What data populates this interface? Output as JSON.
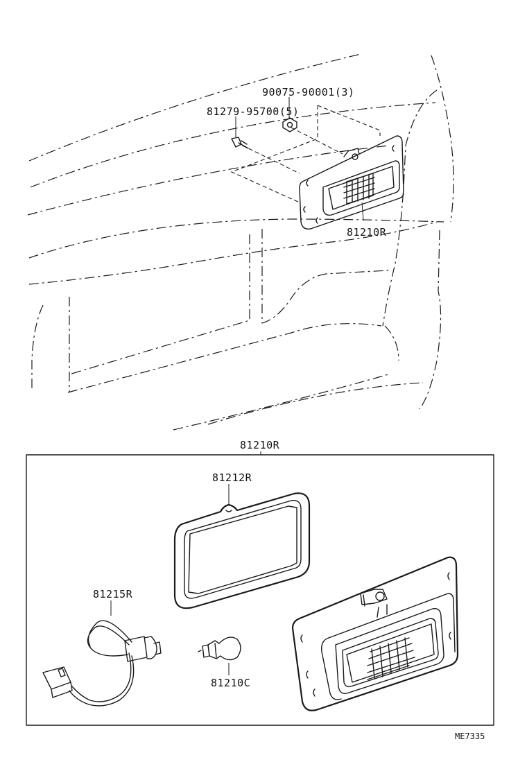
{
  "parts": {
    "nut": "90075-90001(3)",
    "screw": "81279-95700(5)",
    "lamp_assy_installed": "81210R",
    "lamp_assy_box": "81210R",
    "lens": "81212R",
    "socket_wire": "81215R",
    "bulb": "81210C"
  },
  "ref_code": "ME7335"
}
